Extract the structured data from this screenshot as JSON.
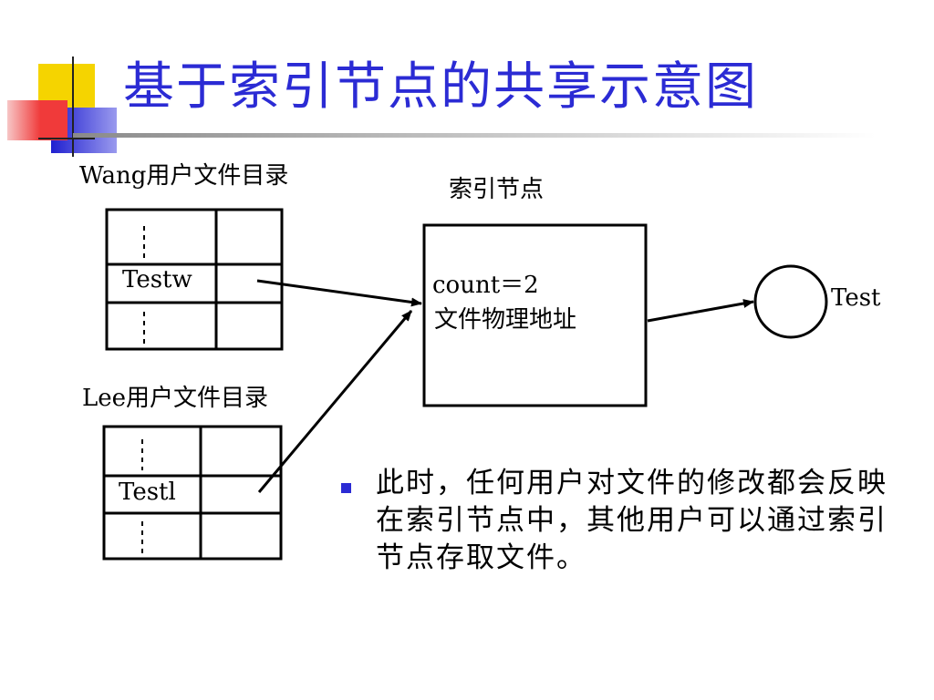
{
  "slide": {
    "title": "基于索引节点的共享示意图"
  },
  "diagram": {
    "wang_dir": {
      "label": "Wang用户文件目录",
      "entry": "Testw"
    },
    "lee_dir": {
      "label": "Lee用户文件目录",
      "entry": "Testl"
    },
    "inode": {
      "label": "索引节点",
      "line1": "count＝2",
      "line2": "文件物理地址"
    },
    "file": {
      "label": "Test"
    }
  },
  "bullet": {
    "text": "此时，任何用户对文件的修改都会反映在索引节点中，其他用户可以通过索引节点存取文件。"
  },
  "colors": {
    "title": "#2b2bd4",
    "bullet": "#2b2bd4",
    "deco_yellow": "#f5d400",
    "deco_red": "#f03a3a",
    "deco_blue": "#2020d0"
  }
}
